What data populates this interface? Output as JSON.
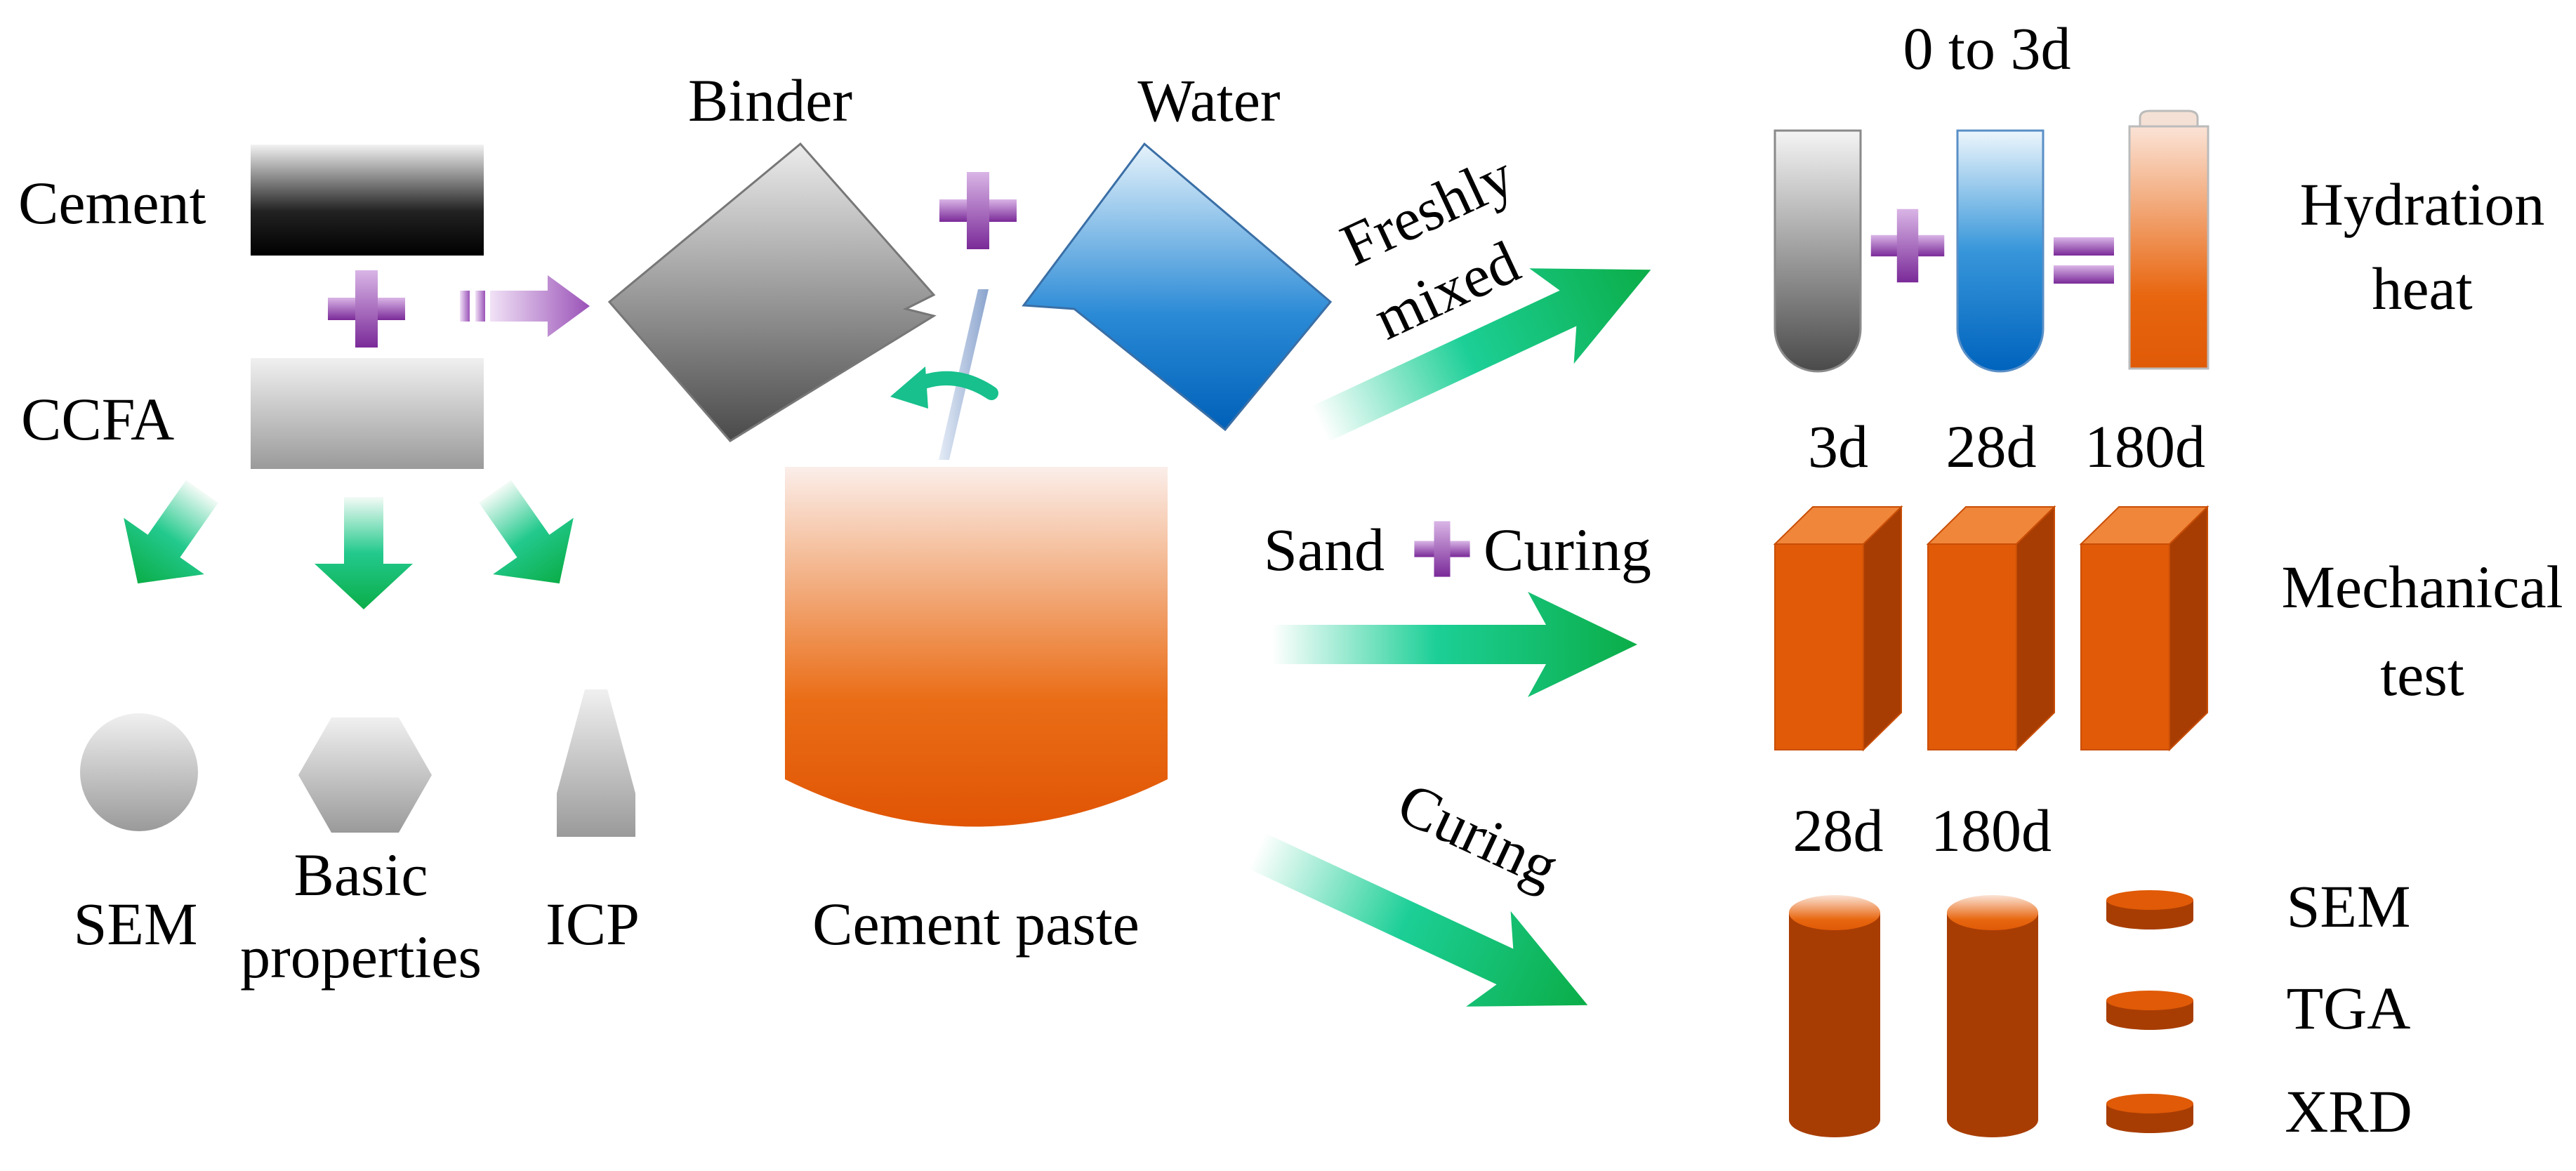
{
  "materials": {
    "cement": "Cement",
    "ccfa": "CCFA",
    "binder": "Binder",
    "water": "Water"
  },
  "characterization": {
    "sem": "SEM",
    "basic_line1": "Basic",
    "basic_line2": "properties",
    "icp": "ICP"
  },
  "paste_label": "Cement paste",
  "routes": {
    "fresh_line1": "Freshly",
    "fresh_line2": "mixed",
    "sand": "Sand",
    "curing_mid": "Curing",
    "curing_bottom": "Curing"
  },
  "hydration": {
    "age": "0 to 3d",
    "line1": "Hydration",
    "line2": "heat"
  },
  "mechanical": {
    "ages": [
      "3d",
      "28d",
      "180d"
    ],
    "line1": "Mechanical",
    "line2": "test"
  },
  "micro": {
    "ages": [
      "28d",
      "180d"
    ],
    "tests": [
      "SEM",
      "TGA",
      "XRD"
    ]
  },
  "colors": {
    "arrow_green": "#0bb14a",
    "plus_purple": "#8b3aa8",
    "specimen_orange": "#e05a07",
    "specimen_dark": "#a83d04",
    "water_blue": "#1a7fd0"
  }
}
